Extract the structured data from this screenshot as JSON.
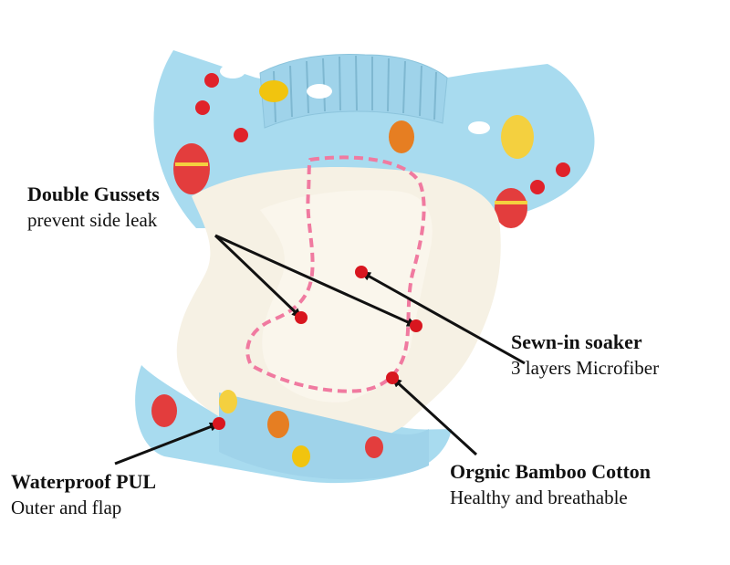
{
  "callouts": {
    "gussets": {
      "title": "Double Gussets",
      "desc": "prevent side leak"
    },
    "soaker": {
      "title": "Sewn-in soaker",
      "desc": "3 layers Microfiber"
    },
    "pul": {
      "title": "Waterproof PUL",
      "desc": "Outer and flap"
    },
    "bamboo": {
      "title": "Orgnic Bamboo Cotton",
      "desc": "Healthy and breathable"
    }
  },
  "colors": {
    "print_fabric": "#a8dbef",
    "inner_fabric": "#f6f1e4",
    "dashed_outline": "#f07aa0",
    "marker": "#d8161f",
    "leader_line": "#111111"
  }
}
